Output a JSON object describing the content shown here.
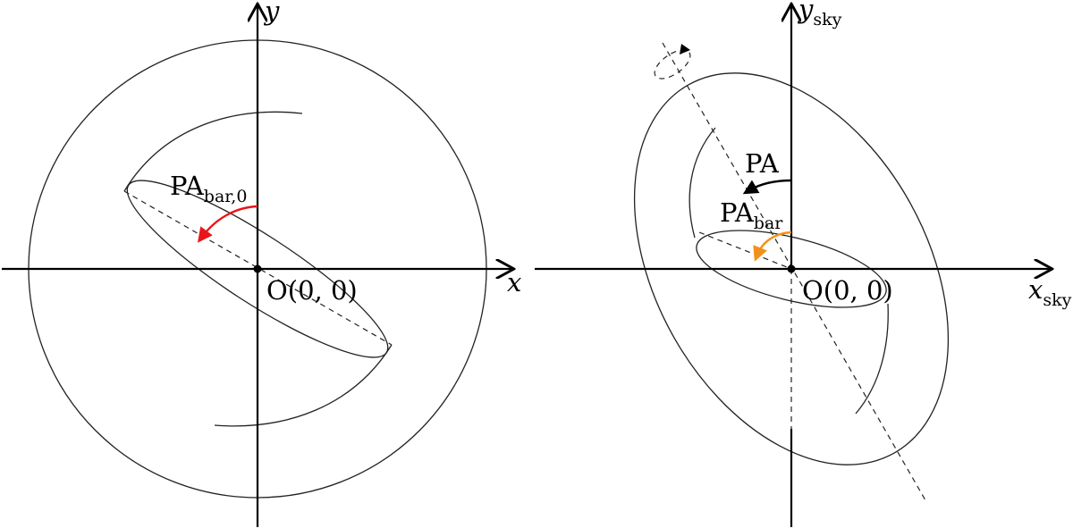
{
  "left_panel": {
    "axis_x_label": "x",
    "axis_y_label": "y",
    "origin_label": "O(0, 0)",
    "pa_label_main": "PA",
    "pa_label_sub": "bar,0",
    "arrow_color": "#e8151b"
  },
  "right_panel": {
    "axis_x_label_main": "x",
    "axis_x_label_sub": "sky",
    "axis_y_label_main": "y",
    "axis_y_label_sub": "sky",
    "origin_label": "O(0, 0)",
    "pa_label": "PA",
    "pa_bar_label_main": "PA",
    "pa_bar_label_sub": "bar",
    "pa_arrow_color": "#000000",
    "pa_bar_arrow_color": "#f39019"
  }
}
